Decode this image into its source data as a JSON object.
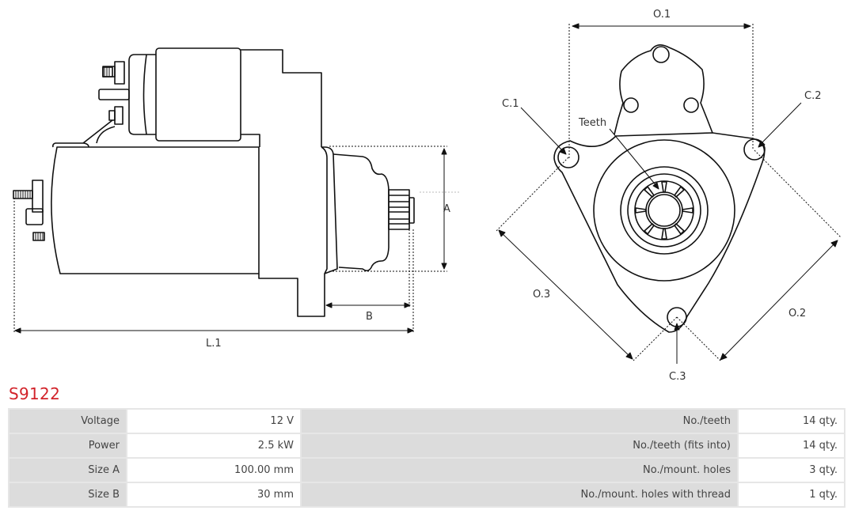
{
  "drawing": {
    "side_view_labels": {
      "a": "A",
      "b": "B",
      "l1": "L.1"
    },
    "front_view_labels": {
      "o1": "O.1",
      "o2": "O.2",
      "o3": "O.3",
      "c1": "C.1",
      "c2": "C.2",
      "c3": "C.3",
      "teeth": "Teeth"
    }
  },
  "product": {
    "code": "S9122"
  },
  "specs": {
    "rows": [
      {
        "label": "Voltage",
        "value": "12 V",
        "label2": "No./teeth",
        "value2": "14 qty."
      },
      {
        "label": "Power",
        "value": "2.5 kW",
        "label2": "No./teeth (fits into)",
        "value2": "14 qty."
      },
      {
        "label": "Size A",
        "value": "100.00 mm",
        "label2": "No./mount. holes",
        "value2": "3 qty."
      },
      {
        "label": "Size B",
        "value": "30 mm",
        "label2": "No./mount. holes with thread",
        "value2": "1 qty."
      }
    ]
  }
}
